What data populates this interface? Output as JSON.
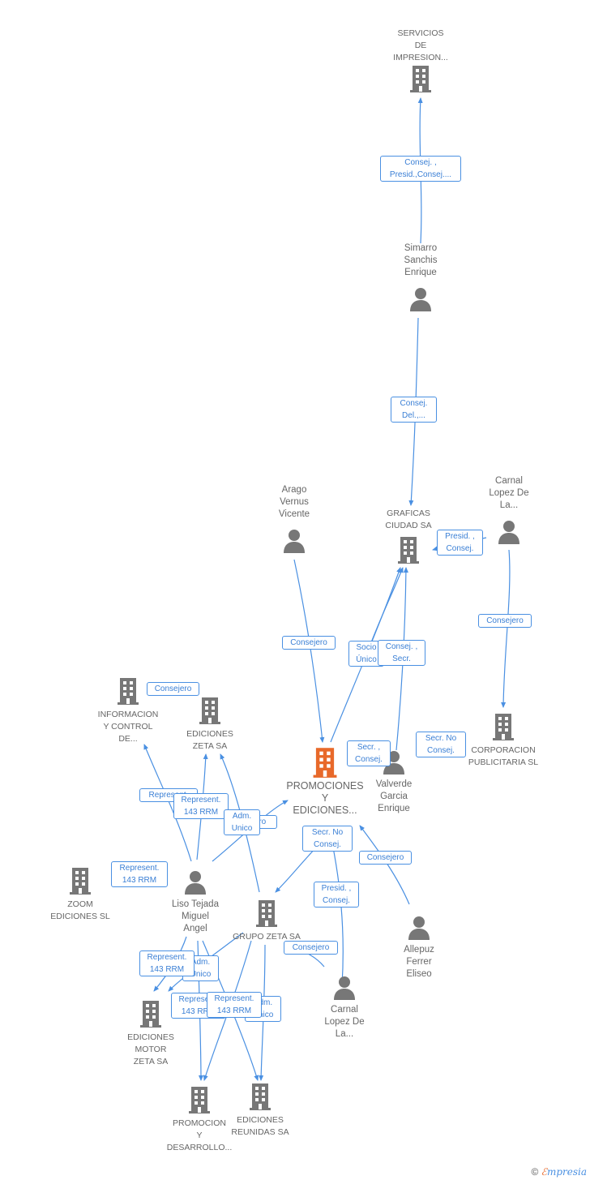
{
  "colors": {
    "edge": "#4a90e2",
    "icon": "#777777",
    "focus": "#e8692a",
    "label": "#666666"
  },
  "nodes": {
    "servicios": {
      "label": "SERVICIOS\nDE\nIMPRESION...",
      "type": "company",
      "icon": "building-icon"
    },
    "simarro": {
      "label": "Simarro\nSanchis\nEnrique",
      "type": "person",
      "icon": "person-icon"
    },
    "graficas": {
      "label": "GRAFICAS\nCIUDAD SA",
      "type": "company",
      "icon": "building-icon"
    },
    "carnal1": {
      "label": "Carnal\nLopez De\nLa...",
      "type": "person",
      "icon": "person-icon"
    },
    "arago": {
      "label": "Arago\nVernus\nVicente",
      "type": "person",
      "icon": "person-icon"
    },
    "informacion": {
      "label": "INFORMACION\nY CONTROL\nDE...",
      "type": "company",
      "icon": "building-icon"
    },
    "edzeta": {
      "label": "EDICIONES\nZETA SA",
      "type": "company",
      "icon": "building-icon"
    },
    "promociones": {
      "label": "PROMOCIONES\nY\nEDICIONES...",
      "type": "focus",
      "icon": "building-icon"
    },
    "valverde": {
      "label": "Valverde\nGarcia\nEnrique",
      "type": "person",
      "icon": "person-icon"
    },
    "corporacion": {
      "label": "CORPORACION\nPUBLICITARIA SL",
      "type": "company",
      "icon": "building-icon"
    },
    "zoom": {
      "label": "ZOOM\nEDICIONES SL",
      "type": "company",
      "icon": "building-icon"
    },
    "liso": {
      "label": "Liso Tejada\nMiguel\nAngel",
      "type": "person",
      "icon": "person-icon"
    },
    "grupozeta": {
      "label": "GRUPO ZETA SA",
      "type": "company",
      "icon": "building-icon"
    },
    "allepuz": {
      "label": "Allepuz\nFerrer\nEliseo",
      "type": "person",
      "icon": "person-icon"
    },
    "carnal2": {
      "label": "Carnal\nLopez De\nLa...",
      "type": "person",
      "icon": "person-icon"
    },
    "motor": {
      "label": "EDICIONES\nMOTOR\nZETA SA",
      "type": "company",
      "icon": "building-icon"
    },
    "desarrollo": {
      "label": "PROMOCION\nY\nDESARROLLO...",
      "type": "company",
      "icon": "building-icon"
    },
    "reunidas": {
      "label": "EDICIONES\nREUNIDAS SA",
      "type": "company",
      "icon": "building-icon"
    }
  },
  "relations": {
    "r1": "Consej. ,\nPresid.,Consej....",
    "r2": "Consej.\nDel.,...",
    "r3": "Presid. ,\nConsej.",
    "r4": "Consejero",
    "r5": "Consejero",
    "r6": "Socio\nÚnico",
    "r7": "Consej. ,\nSecr.",
    "r8": "Consejero",
    "r9": "Secr. ,\nConsej.",
    "r10": "Secr.  No\nConsej.",
    "r11": "Represent.",
    "r12": "Represent.\n143 RRM",
    "r13": "Adm.\nUnico",
    "r14": "ero",
    "r15": "Secr.  No\nConsej.",
    "r16": "Consejero",
    "r17": "Represent.\n143 RRM",
    "r18": "Presid. ,\nConsej.",
    "r19": "Represent.\n143 RRM",
    "r20": "Adm.\nUnico",
    "r21": "Consejero",
    "r22": "Represent.\n143 RRM",
    "r23": "Adm.\nUnico",
    "r24": "Represent.\n143 RRM"
  },
  "footer": {
    "copyright": "©",
    "brand_e": "ℰ",
    "brand_rest": "mpresia"
  }
}
